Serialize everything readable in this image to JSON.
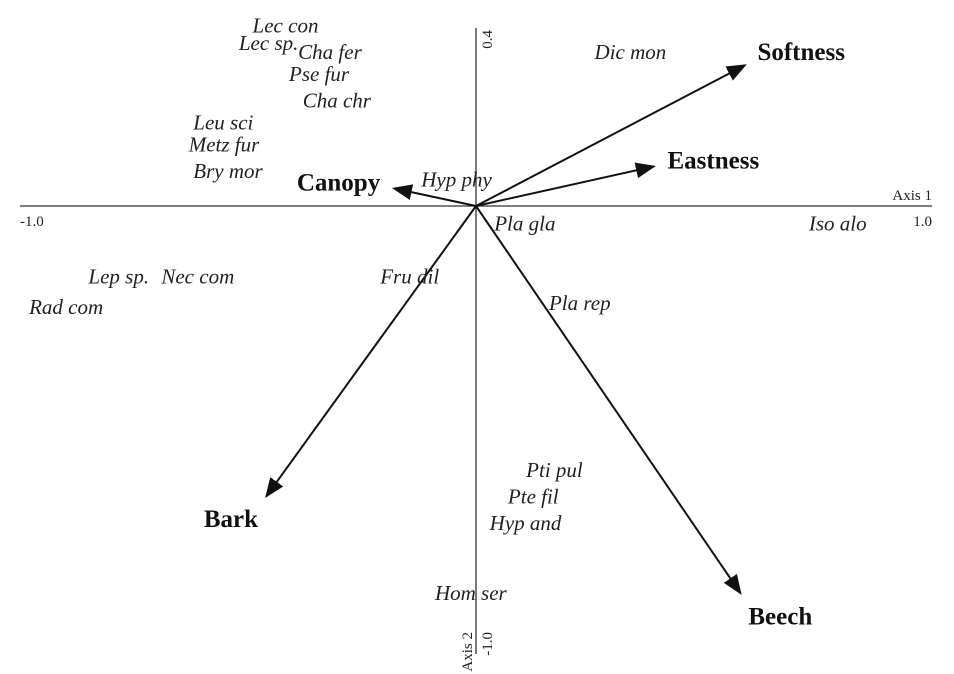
{
  "chart_data": {
    "type": "scatter",
    "title": "",
    "xlabel": "Axis 1",
    "ylabel": "Axis 2",
    "xlim": [
      -1.0,
      1.0
    ],
    "ylim": [
      -1.0,
      0.4
    ],
    "x_tick_labels": [
      "-1.0",
      "1.0"
    ],
    "y_tick_labels": [
      "0.4",
      "-1.0"
    ],
    "grid": false,
    "species": [
      {
        "label": "Lec con",
        "x": -0.49,
        "y": 0.41
      },
      {
        "label": "Lec sp.",
        "x": -0.52,
        "y": 0.37
      },
      {
        "label": "Cha fer",
        "x": -0.39,
        "y": 0.35
      },
      {
        "label": "Pse fur",
        "x": -0.41,
        "y": 0.3
      },
      {
        "label": "Cha chr",
        "x": -0.38,
        "y": 0.24
      },
      {
        "label": "Dic mon",
        "x": 0.26,
        "y": 0.35
      },
      {
        "label": "Leu sci",
        "x": -0.62,
        "y": 0.19
      },
      {
        "label": "Metz fur",
        "x": -0.63,
        "y": 0.14
      },
      {
        "label": "Bry mor",
        "x": -0.62,
        "y": 0.08
      },
      {
        "label": "Hyp phy",
        "x": -0.12,
        "y": 0.06
      },
      {
        "label": "Pla gla",
        "x": 0.04,
        "y": -0.04
      },
      {
        "label": "Iso alo",
        "x": 0.73,
        "y": -0.04
      },
      {
        "label": "Lep sp.",
        "x": -0.85,
        "y": -0.16
      },
      {
        "label": "Nec com",
        "x": -0.69,
        "y": -0.16
      },
      {
        "label": "Rad com",
        "x": -0.98,
        "y": -0.23
      },
      {
        "label": "Fru dil",
        "x": -0.21,
        "y": -0.16
      },
      {
        "label": "Pla rep",
        "x": 0.16,
        "y": -0.22
      },
      {
        "label": "Pti pul",
        "x": 0.11,
        "y": -0.6
      },
      {
        "label": "Pte fil",
        "x": 0.07,
        "y": -0.66
      },
      {
        "label": "Hyp and",
        "x": 0.03,
        "y": -0.72
      },
      {
        "label": "Hom ser",
        "x": -0.09,
        "y": -0.88
      }
    ],
    "vectors": [
      {
        "name": "Softness",
        "x": 0.59,
        "y": 0.32
      },
      {
        "name": "Eastness",
        "x": 0.39,
        "y": 0.09
      },
      {
        "name": "Canopy",
        "x": -0.18,
        "y": 0.04
      },
      {
        "name": "Bark",
        "x": -0.46,
        "y": -0.66
      },
      {
        "name": "Beech",
        "x": 0.58,
        "y": -0.88
      }
    ]
  }
}
